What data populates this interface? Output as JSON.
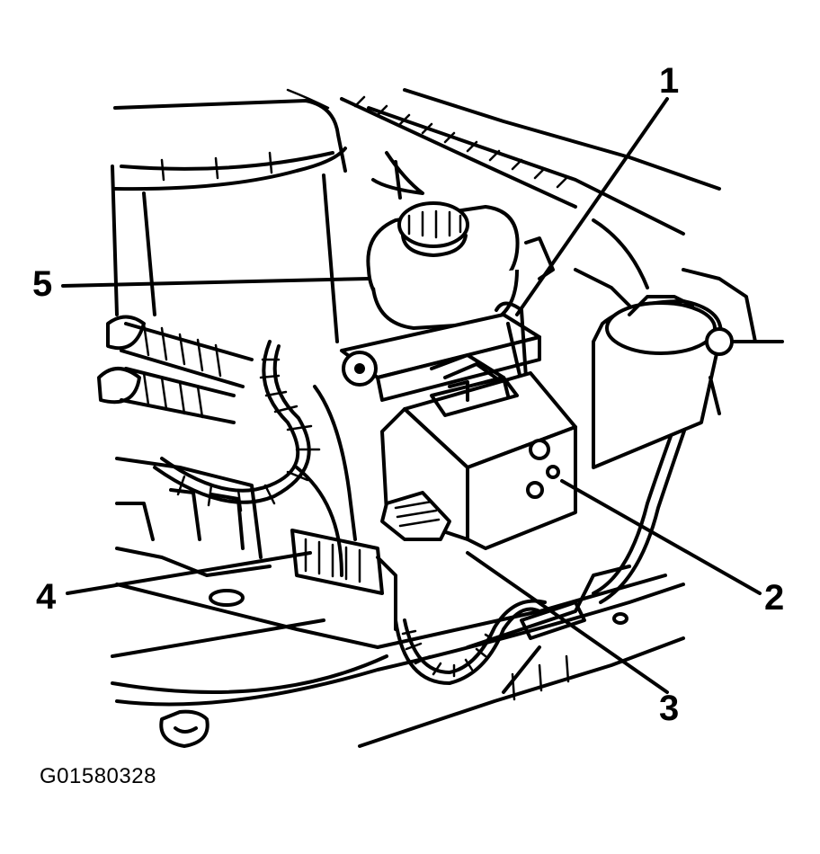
{
  "figure": {
    "id": "G01580328",
    "callouts": [
      {
        "key": "c1",
        "label": "1"
      },
      {
        "key": "c2",
        "label": "2"
      },
      {
        "key": "c3",
        "label": "3"
      },
      {
        "key": "c4",
        "label": "4"
      },
      {
        "key": "c5",
        "label": "5"
      }
    ]
  }
}
